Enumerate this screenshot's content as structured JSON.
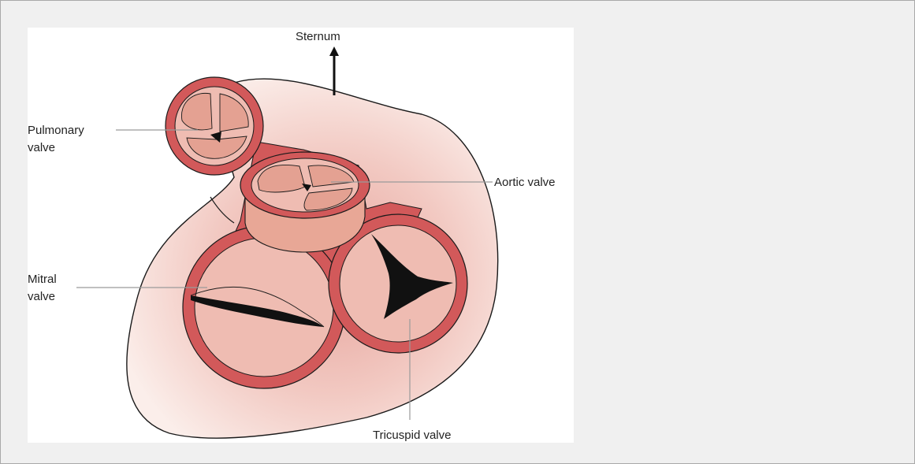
{
  "labels": {
    "sternum": "Sternum",
    "pulmonary_line1": "Pulmonary",
    "pulmonary_line2": "valve",
    "aortic": "Aortic valve",
    "mitral_line1": "Mitral",
    "mitral_line2": "valve",
    "tricuspid": "Tricuspid valve"
  },
  "colors": {
    "background": "#f0f0f0",
    "canvas": "#ffffff",
    "heart_outer": "#f6d9d4",
    "heart_inner": "#e9a9a1",
    "valve_ring": "#d2595a",
    "valve_fill": "#efbcb2",
    "cusp_fill": "#e4a192",
    "orifice": "#111111",
    "outline": "#1a1a1a",
    "leader_line": "#9a9a9a"
  }
}
